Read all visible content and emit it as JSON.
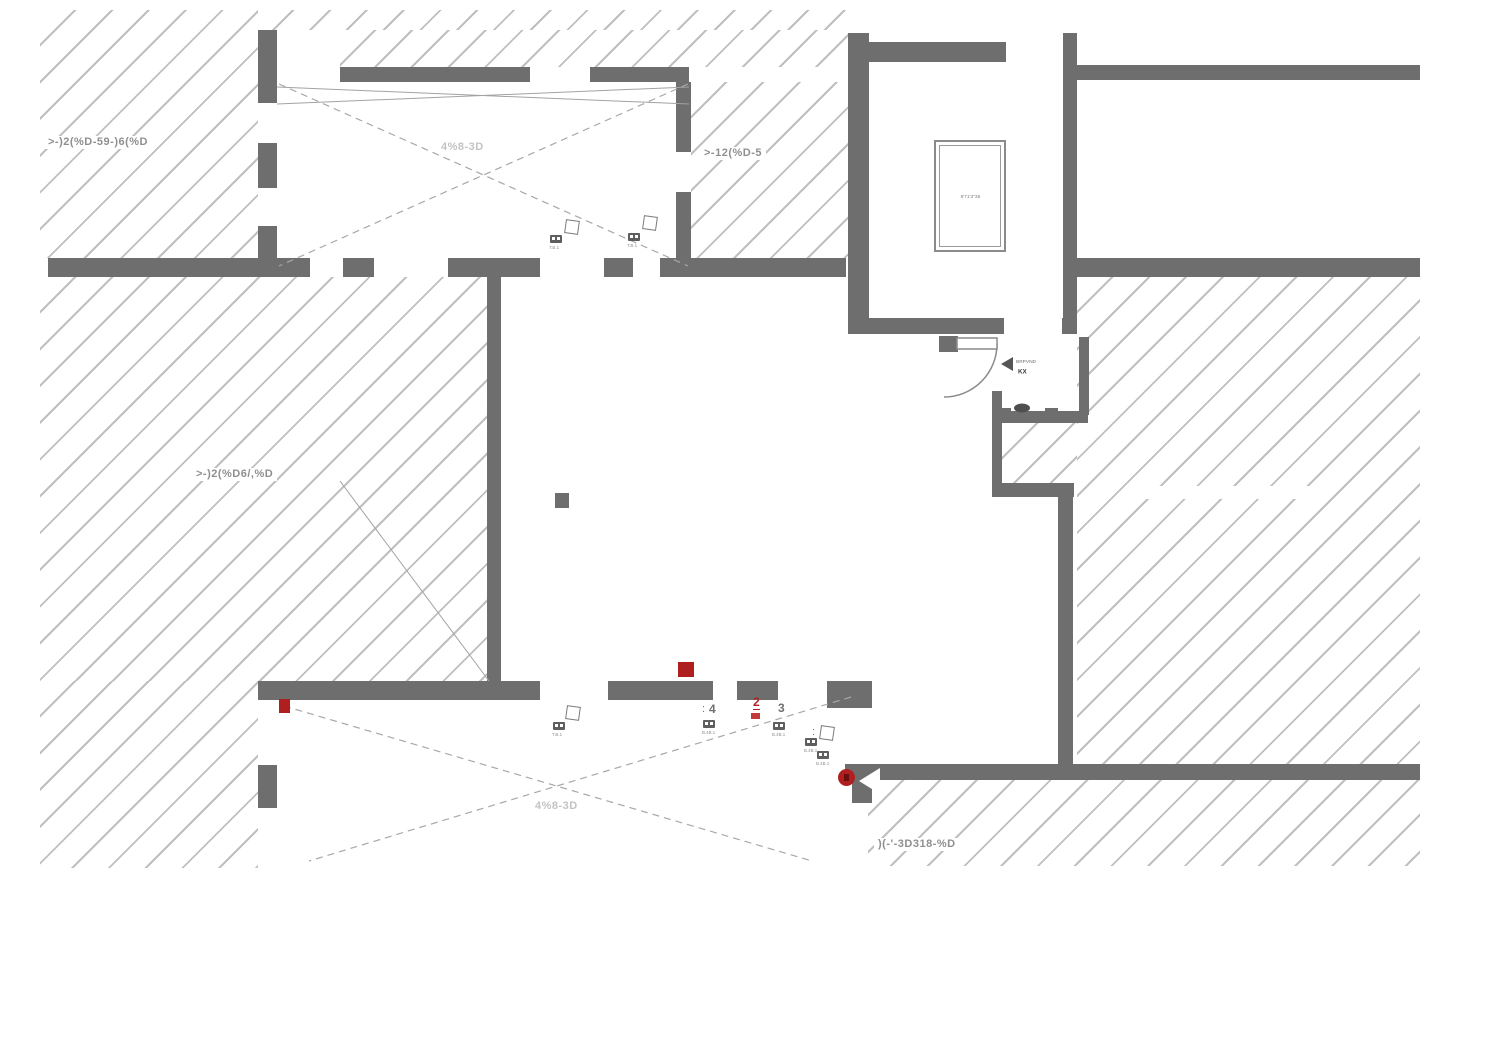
{
  "title": "floor-plan-drawing",
  "colors": {
    "wall": "#6e6e6e",
    "hatch_line": "#bfbfbf",
    "red_marker": "#b01f1f",
    "dark_red": "#6a0d0d",
    "line": "#a3a3a3",
    "text": "#8f8f8f",
    "faint_text": "#c3c3c3"
  },
  "labels": {
    "area_top_left": ">-)2(%D-59-)6(%D",
    "top_room_diag": "4%8-3D",
    "area_top_mid": ">-12(%D-5",
    "area_left": ">-)2(%D6/,%D",
    "bottom_room_diag": "4%8-3D",
    "area_bottom_right": ")(-'-3D318-%D",
    "shaft": "6'71'3''36",
    "vestibule_sign_line1": "BRPVND",
    "vestibule_sign_line2": "KX"
  },
  "markers": {
    "four": "4",
    "two": "2",
    "three": "3",
    "tick": ":"
  },
  "device_captions": {
    "cap1": "T.B.1",
    "cap2": "T.B.1",
    "cap3": "T.B.1",
    "cap4": "B.4B.1",
    "cap5": "B.4B.1",
    "cap6": "B.4B.1",
    "cap7": "B.4B.1"
  }
}
